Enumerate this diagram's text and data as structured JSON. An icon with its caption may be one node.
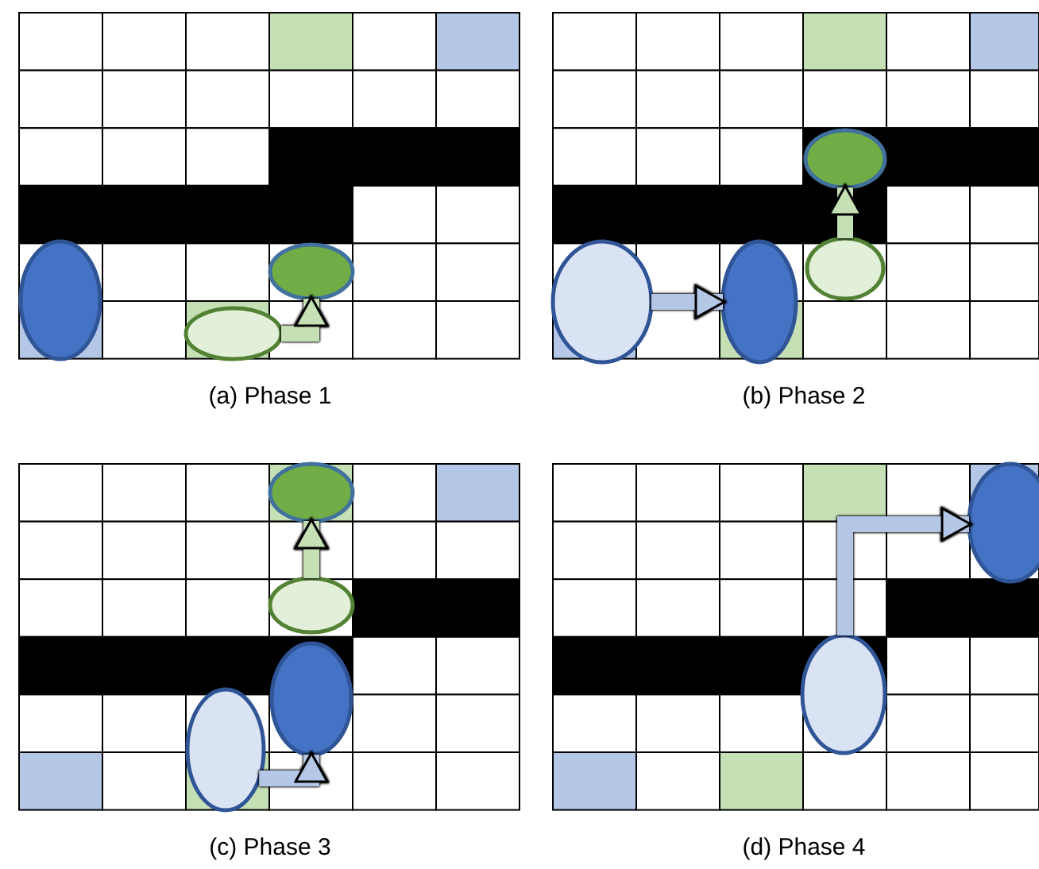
{
  "diagram": {
    "nodes": [
      {
        "text": [],
        "shape": "ellipse"
      },
      {
        "text": [],
        "shape": "ellipse"
      },
      {
        "text": [],
        "shape": "ellipse"
      },
      {
        "text": [],
        "shape": "ellipse"
      },
      {
        "text": [],
        "shape": "ellipse"
      },
      {
        "text": [],
        "shape": "ellipse"
      },
      {
        "text": [],
        "shape": "ellipse"
      },
      {
        "text": [],
        "shape": "ellipse"
      },
      {
        "text": [],
        "shape": "ellipse"
      },
      {
        "text": [],
        "shape": "ellipse"
      },
      {
        "text": [],
        "shape": "ellipse"
      },
      {
        "text": [],
        "shape": "ellipse"
      },
      {
        "text": [],
        "shape": "ellipse"
      }
    ],
    "edges": [
      {
        "from": 1,
        "to": 2,
        "arrow": "to"
      },
      {
        "from": 3,
        "to": 4,
        "arrow": "to"
      },
      {
        "from": 5,
        "to": 6,
        "arrow": "to"
      },
      {
        "from": 8,
        "to": 7,
        "arrow": "to"
      },
      {
        "from": 10,
        "to": 9,
        "arrow": "to"
      },
      {
        "from": 12,
        "to": 11,
        "arrow": "to"
      }
    ],
    "labels": [
      "(a) Phase 1",
      "(b) Phase 2",
      "(c) Phase 3",
      "(d) Phase 4"
    ]
  }
}
